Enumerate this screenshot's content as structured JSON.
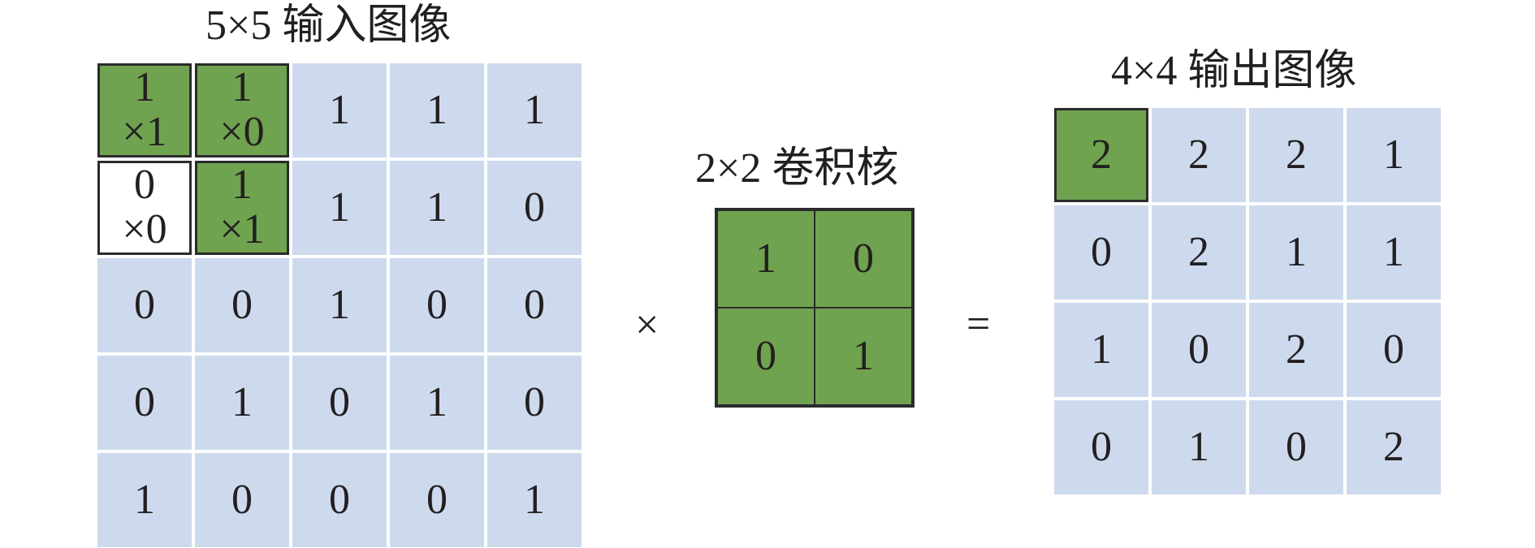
{
  "input": {
    "title": "5×5 输入图像",
    "rows": [
      [
        {
          "v": "1",
          "m": "×1",
          "s": "hl"
        },
        {
          "v": "1",
          "m": "×0",
          "s": "hl"
        },
        {
          "v": "1"
        },
        {
          "v": "1"
        },
        {
          "v": "1"
        }
      ],
      [
        {
          "v": "0",
          "m": "×0",
          "s": "wh"
        },
        {
          "v": "1",
          "m": "×1",
          "s": "hl"
        },
        {
          "v": "1"
        },
        {
          "v": "1"
        },
        {
          "v": "0"
        }
      ],
      [
        {
          "v": "0"
        },
        {
          "v": "0"
        },
        {
          "v": "1"
        },
        {
          "v": "0"
        },
        {
          "v": "0"
        }
      ],
      [
        {
          "v": "0"
        },
        {
          "v": "1"
        },
        {
          "v": "0"
        },
        {
          "v": "1"
        },
        {
          "v": "0"
        }
      ],
      [
        {
          "v": "1"
        },
        {
          "v": "0"
        },
        {
          "v": "0"
        },
        {
          "v": "0"
        },
        {
          "v": "1"
        }
      ]
    ]
  },
  "kernel": {
    "title": "2×2 卷积核",
    "rows": [
      [
        "1",
        "0"
      ],
      [
        "0",
        "1"
      ]
    ]
  },
  "output": {
    "title": "4×4 输出图像",
    "rows": [
      [
        "2",
        "2",
        "2",
        "1"
      ],
      [
        "0",
        "2",
        "1",
        "1"
      ],
      [
        "1",
        "0",
        "2",
        "0"
      ],
      [
        "0",
        "1",
        "0",
        "2"
      ]
    ],
    "highlight": [
      0,
      0
    ]
  },
  "operators": {
    "multiply": "×",
    "equals": "="
  },
  "colors": {
    "cell": "#cddaee",
    "highlight": "#6fa350",
    "border": "#2b2b2b"
  }
}
